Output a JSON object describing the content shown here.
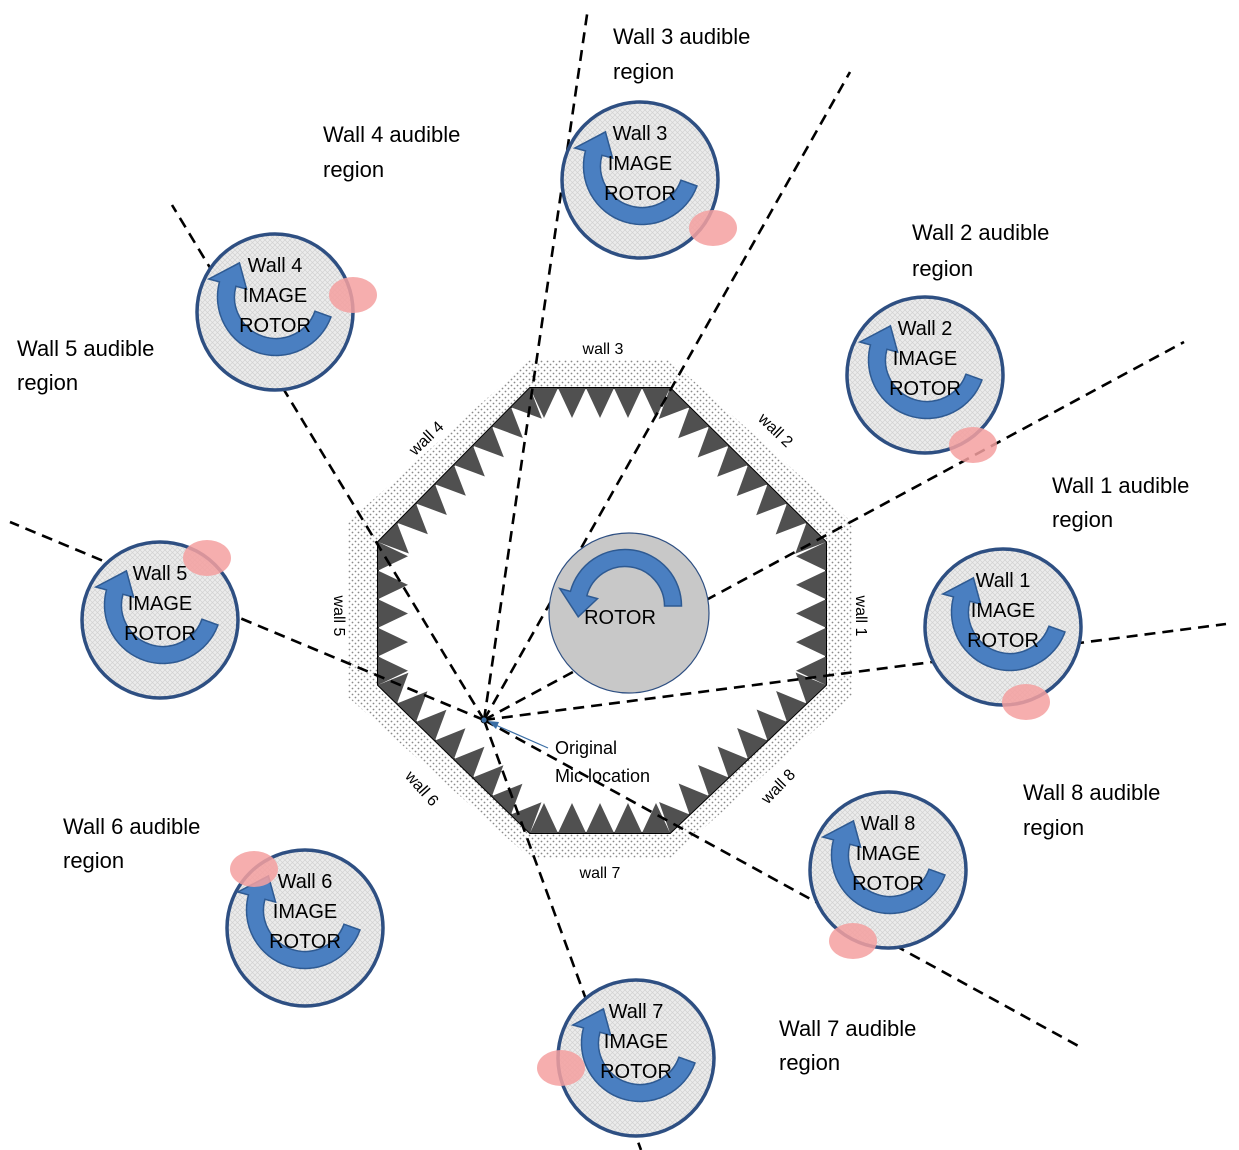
{
  "center_rotor": {
    "label": "ROTOR"
  },
  "walls": [
    {
      "id": 1,
      "label": "wall 1",
      "region_line1": "Wall 1 audible",
      "region_line2": "region",
      "image_line1": "Wall 1",
      "image_line2": "IMAGE",
      "image_line3": "ROTOR"
    },
    {
      "id": 2,
      "label": "wall 2",
      "region_line1": "Wall 2 audible",
      "region_line2": "region",
      "image_line1": "Wall 2",
      "image_line2": "IMAGE",
      "image_line3": "ROTOR"
    },
    {
      "id": 3,
      "label": "wall 3",
      "region_line1": "Wall 3 audible",
      "region_line2": "region",
      "image_line1": "Wall 3",
      "image_line2": "IMAGE",
      "image_line3": "ROTOR"
    },
    {
      "id": 4,
      "label": "wall 4",
      "region_line1": "Wall 4 audible",
      "region_line2": "region",
      "image_line1": "Wall 4",
      "image_line2": "IMAGE",
      "image_line3": "ROTOR"
    },
    {
      "id": 5,
      "label": "wall 5",
      "region_line1": "Wall 5 audible",
      "region_line2": "region",
      "image_line1": "Wall 5",
      "image_line2": "IMAGE",
      "image_line3": "ROTOR"
    },
    {
      "id": 6,
      "label": "wall 6",
      "region_line1": "Wall 6 audible",
      "region_line2": "region",
      "image_line1": "Wall 6",
      "image_line2": "IMAGE",
      "image_line3": "ROTOR"
    },
    {
      "id": 7,
      "label": "wall 7",
      "region_line1": "Wall 7 audible",
      "region_line2": "region",
      "image_line1": "Wall 7",
      "image_line2": "IMAGE",
      "image_line3": "ROTOR"
    },
    {
      "id": 8,
      "label": "wall 8",
      "region_line1": "Wall 8 audible",
      "region_line2": "region",
      "image_line1": "Wall 8",
      "image_line2": "IMAGE",
      "image_line3": "ROTOR"
    }
  ],
  "mic": {
    "line1": "Original",
    "line2": "Mic location"
  },
  "colors": {
    "rotor_ring": "#2e4f82",
    "rotor_arrow": "#4a7fc1",
    "rotor_arrow_stroke": "#2e5a92",
    "speaker_patch": "#f4a0a0",
    "center_disc": "#c8c8c8",
    "wall_teeth": "#505050"
  }
}
